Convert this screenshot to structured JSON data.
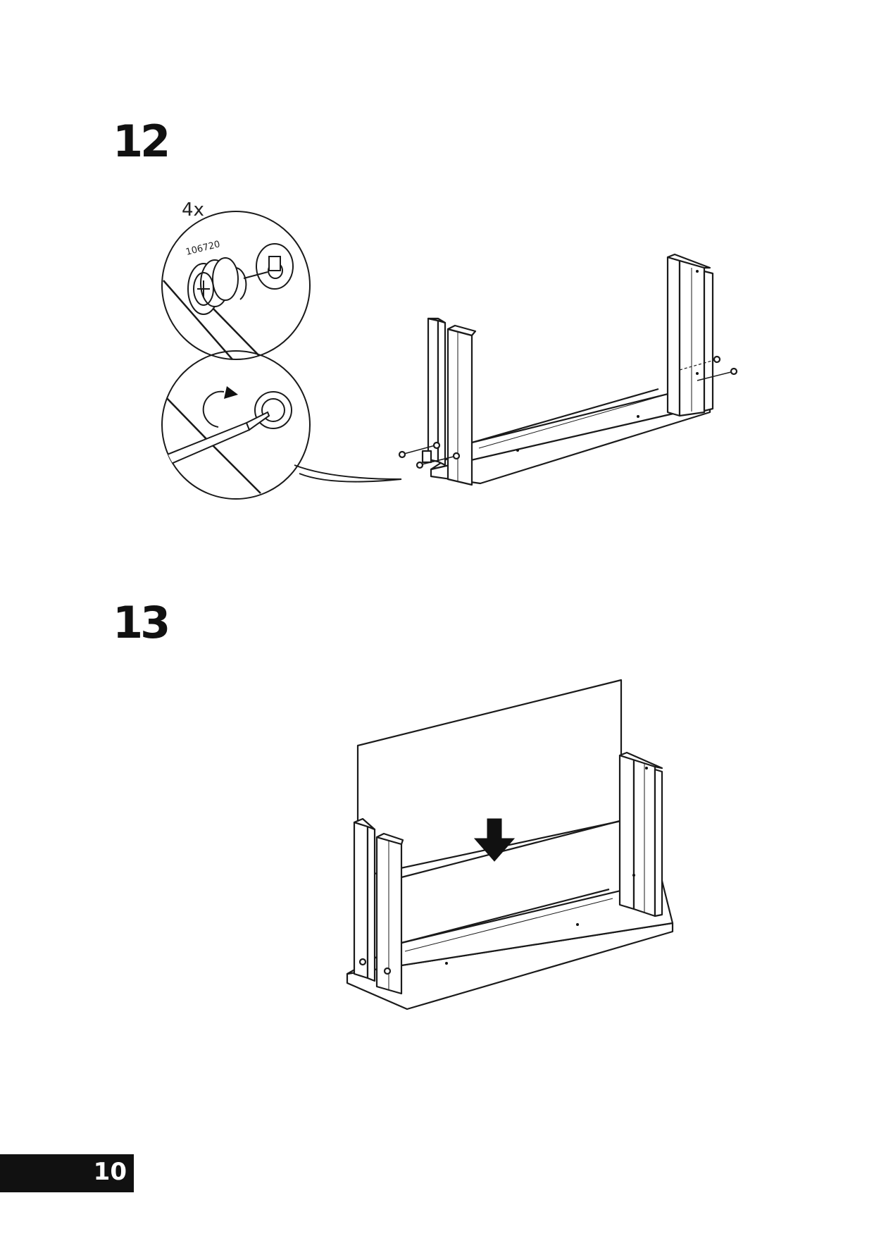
{
  "steps": [
    {
      "number": "12",
      "quantity": "4x",
      "part_number": "106720"
    },
    {
      "number": "13"
    }
  ],
  "page_number": "10"
}
